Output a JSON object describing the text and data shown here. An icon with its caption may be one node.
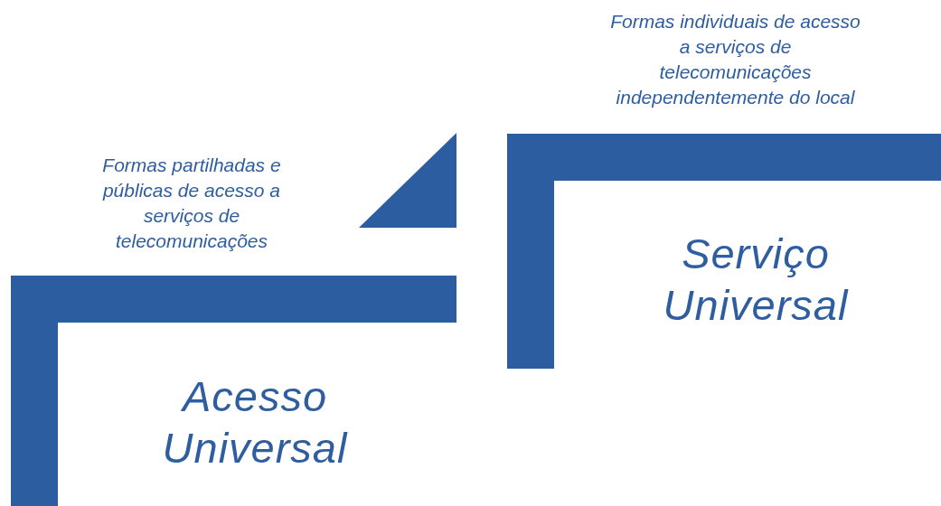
{
  "diagram": {
    "nodes": [
      {
        "text": [
          "Formas partilhadas e públicas de acesso a serviços de telecomunicações",
          "Acesso Universal"
        ]
      },
      {
        "text": [
          "Formas individuais de acesso a serviços de telecomunicações independentemente do local",
          "Serviço Universal"
        ]
      },
      {
        "text": [],
        "shape": "triangle"
      }
    ],
    "edges": []
  }
}
